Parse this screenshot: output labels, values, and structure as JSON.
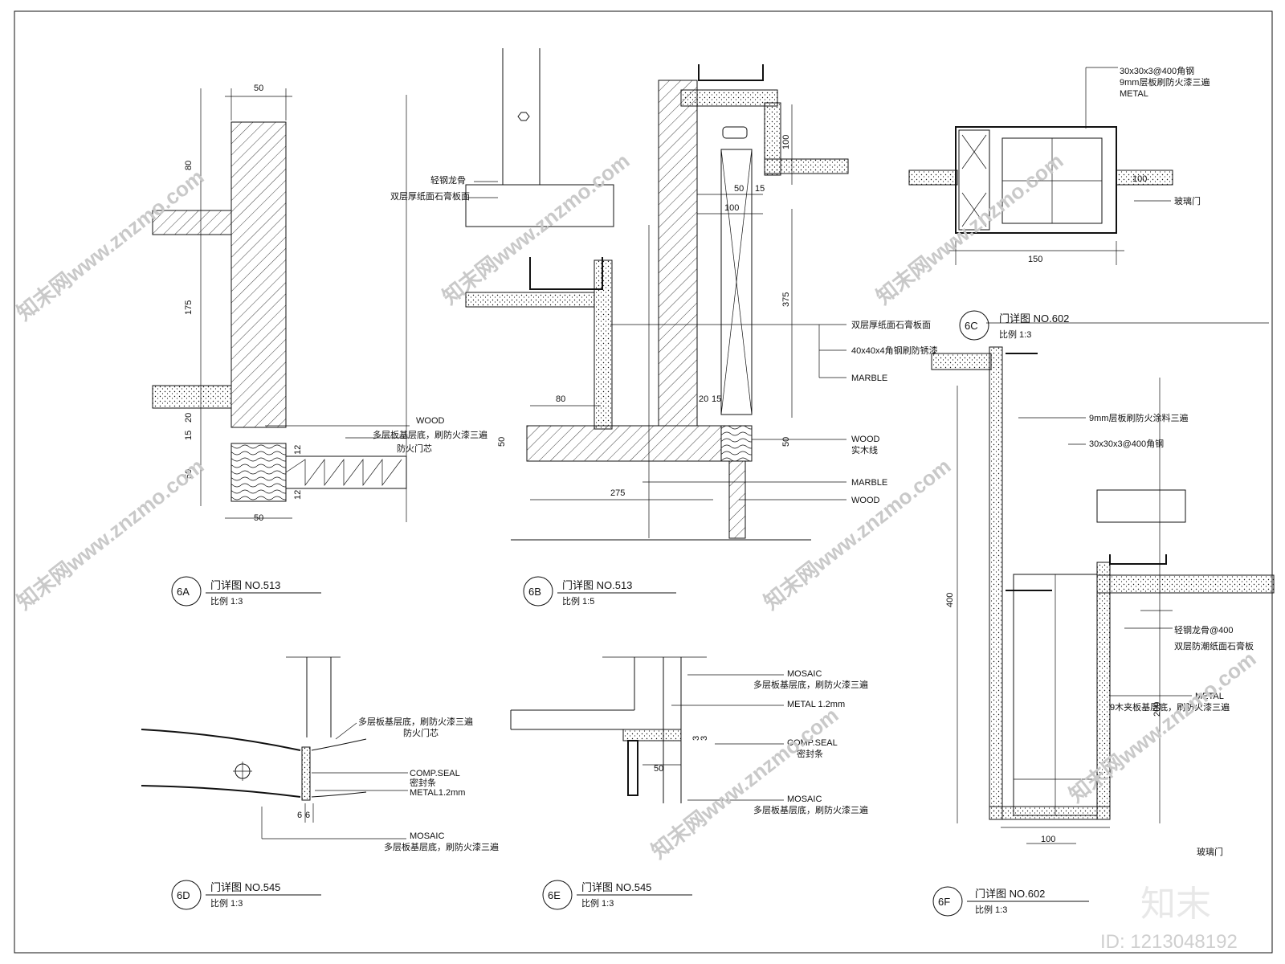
{
  "watermark": {
    "text": "知末网www.znzmo.com",
    "brand": "知末",
    "id": "ID: 1213048192"
  },
  "details": [
    {
      "tag": "6A",
      "title": "门详图 NO.513",
      "scale": "比例 1:3"
    },
    {
      "tag": "6B",
      "title": "门详图 NO.513",
      "scale": "比例 1:5"
    },
    {
      "tag": "6C",
      "title": "门详图 NO.602",
      "scale": "比例 1:3"
    },
    {
      "tag": "6D",
      "title": "门详图 NO.545",
      "scale": "比例 1:3"
    },
    {
      "tag": "6E",
      "title": "门详图 NO.545",
      "scale": "比例 1:3"
    },
    {
      "tag": "6F",
      "title": "门详图 NO.602",
      "scale": "比例 1:3"
    }
  ],
  "d6a": {
    "dims": [
      "50",
      "80",
      "175",
      "20",
      "15",
      "50",
      "12",
      "12",
      "50"
    ],
    "labels": [
      "WOOD",
      "多层板基层底，刷防火漆三遍",
      "防火门芯"
    ]
  },
  "d6b": {
    "dims": [
      "100",
      "50",
      "15",
      "100",
      "375",
      "80",
      "20",
      "15",
      "50",
      "50",
      "275"
    ],
    "labels": [
      "轻钢龙骨",
      "双层厚纸面石膏板面",
      "双层厚纸面石膏板面",
      "40x40x4角钢刷防锈漆",
      "MARBLE",
      "WOOD",
      "实木线",
      "MARBLE",
      "WOOD"
    ]
  },
  "d6c": {
    "dims": [
      "150",
      "100"
    ],
    "labels": [
      "30x30x3@400角钢",
      "9mm层板刷防火漆三遍",
      "METAL",
      "玻璃门"
    ]
  },
  "d6d": {
    "dims": [
      "6",
      "6"
    ],
    "labels": [
      "多层板基层底，刷防火漆三遍",
      "防火门芯",
      "COMP.SEAL",
      "密封条",
      "METAL1.2mm",
      "MOSAIC",
      "多层板基层底，刷防火漆三遍"
    ]
  },
  "d6e": {
    "dims": [
      "50",
      "3",
      "3"
    ],
    "labels": [
      "MOSAIC",
      "多层板基层底，刷防火漆三遍",
      "METAL 1.2mm",
      "COMP.SEAL",
      "密封条",
      "MOSAIC",
      "多层板基层底，刷防火漆三遍"
    ]
  },
  "d6f": {
    "dims": [
      "400",
      "200",
      "100"
    ],
    "labels": [
      "9mm层板刷防火涂料三遍",
      "30x30x3@400角钢",
      "轻钢龙骨@400",
      "双层防潮纸面石膏板",
      "METAL",
      "9木夹板基层底，刷防火漆三遍",
      "玻璃门"
    ]
  }
}
